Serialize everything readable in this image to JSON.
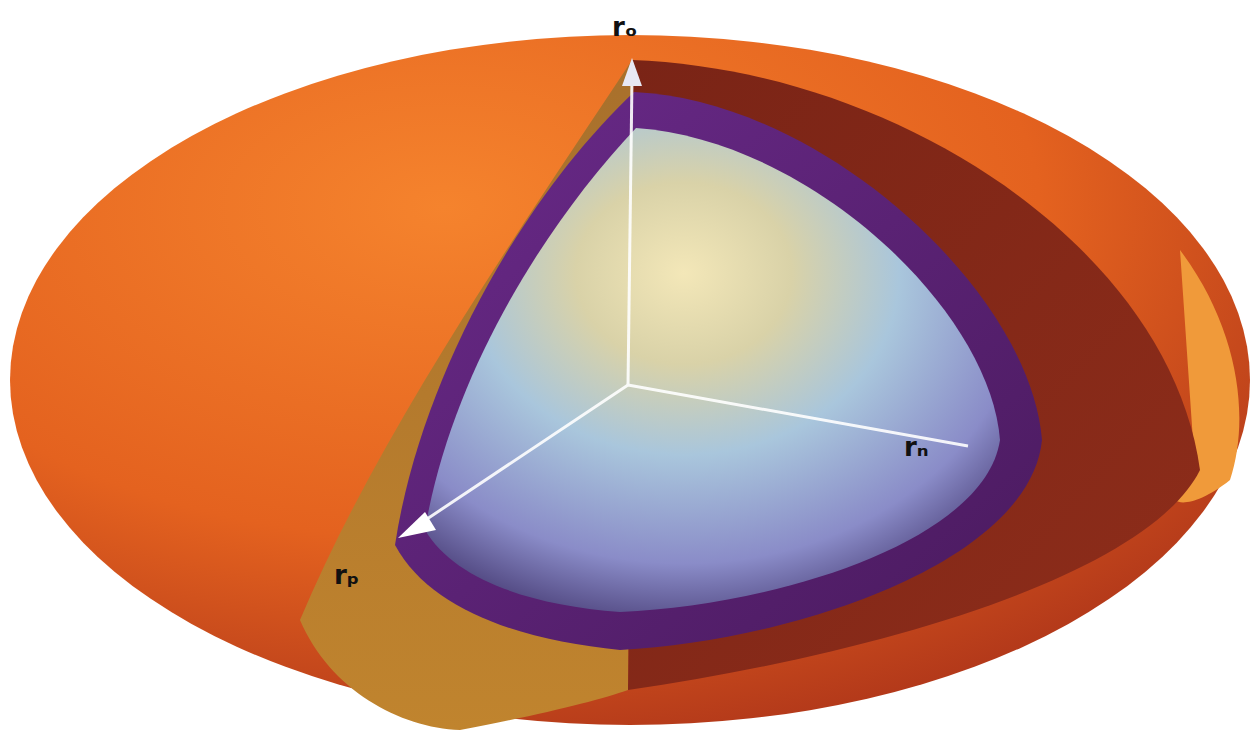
{
  "diagram": {
    "labels": [
      "rₒ",
      "rₙ",
      "rₚ"
    ]
  }
}
